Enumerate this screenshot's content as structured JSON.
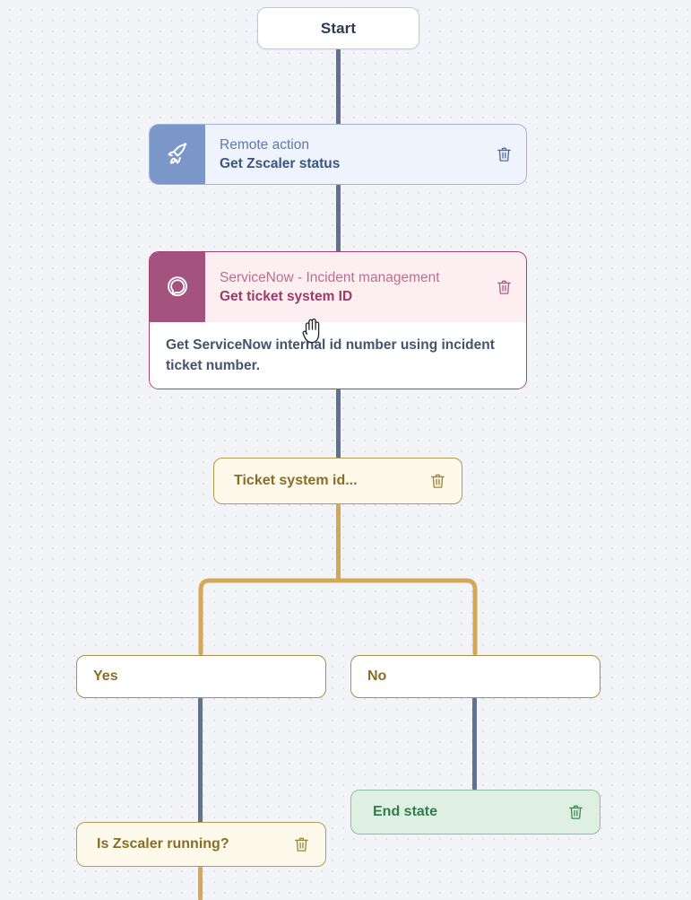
{
  "canvas": {
    "background_color": "#f3f4f8",
    "dot_color": "#dcdde6"
  },
  "colors": {
    "connector_blue": "#5f7296",
    "connector_gold": "#d3a957",
    "blue_node_border": "#9fb3d9",
    "blue_node_fill": "#eef3fc",
    "blue_badge": "#7b96c8",
    "magenta_node_border": "#a7426f",
    "magenta_node_fill": "#fdeef1",
    "magenta_badge": "#a4537f",
    "condition_fill": "#fdfaec",
    "condition_border": "#b59a52",
    "condition_text": "#8a6d24",
    "end_fill": "#dff0e2",
    "end_border": "#8cbf9b",
    "end_text": "#2f7d4d"
  },
  "nodes": {
    "start": {
      "label": "Start"
    },
    "remote_action": {
      "subtitle": "Remote action",
      "title": "Get Zscaler status",
      "icon": "rocket-icon",
      "delete_icon": "trash-icon"
    },
    "servicenow": {
      "subtitle": "ServiceNow - Incident management",
      "title": "Get ticket system ID",
      "description": "Get ServiceNow internal id number using incident ticket number.",
      "icon": "servicenow-icon",
      "delete_icon": "trash-icon"
    },
    "ticket_condition": {
      "label": "Ticket system id...",
      "delete_icon": "trash-icon"
    },
    "branch_yes": {
      "label": "Yes"
    },
    "branch_no": {
      "label": "No"
    },
    "end_state": {
      "label": "End state",
      "delete_icon": "trash-icon"
    },
    "zscaler_condition": {
      "label": "Is Zscaler running?",
      "delete_icon": "trash-icon"
    }
  },
  "cursor": {
    "type": "grab-hand-cursor"
  }
}
